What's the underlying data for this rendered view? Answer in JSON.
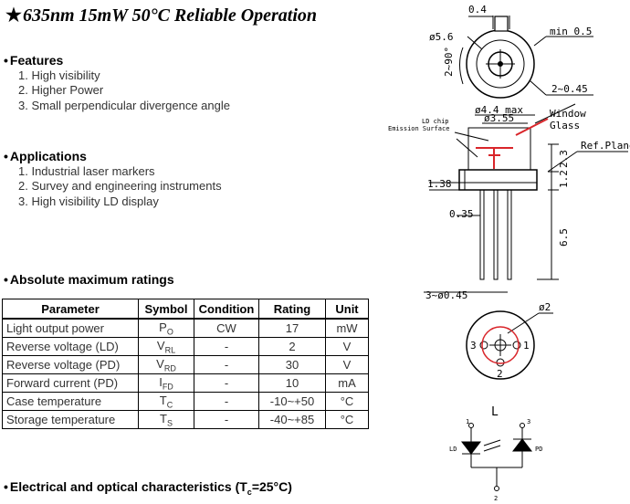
{
  "title": {
    "star": "★",
    "text": "635nm 15mW 50°C Reliable Operation"
  },
  "features": {
    "heading": "Features",
    "items": [
      "1. High visibility",
      "2. Higher Power",
      "3. Small perpendicular divergence angle"
    ]
  },
  "applications": {
    "heading": "Applications",
    "items": [
      "1. Industrial laser markers",
      "2. Survey and engineering instruments",
      "3. High visibility LD display"
    ]
  },
  "ratings": {
    "heading": "Absolute maximum ratings",
    "headers": [
      "Parameter",
      "Symbol",
      "Condition",
      "Rating",
      "Unit"
    ],
    "rows": [
      {
        "param": "Light output power",
        "sym": "P",
        "sub": "O",
        "cond": "CW",
        "rating": "17",
        "unit": "mW"
      },
      {
        "param": "Reverse voltage (LD)",
        "sym": "V",
        "sub": "RL",
        "cond": "-",
        "rating": "2",
        "unit": "V"
      },
      {
        "param": "Reverse voltage (PD)",
        "sym": "V",
        "sub": "RD",
        "cond": "-",
        "rating": "30",
        "unit": "V"
      },
      {
        "param": "Forward current (PD)",
        "sym": "I",
        "sub": "FD",
        "cond": "-",
        "rating": "10",
        "unit": "mA"
      },
      {
        "param": "Case temperature",
        "sym": "T",
        "sub": "C",
        "cond": "-",
        "rating": "-10~+50",
        "unit": "°C"
      },
      {
        "param": "Storage temperature",
        "sym": "T",
        "sub": "S",
        "cond": "-",
        "rating": "-40~+85",
        "unit": "°C"
      }
    ]
  },
  "electrical": {
    "prefix": "Electrical and optical characteristics (T",
    "sub": "c",
    "suffix": "=25°C)"
  },
  "drawing": {
    "dim_04": "0.4",
    "dim_d56": "ø5.6",
    "dim_min05": "min 0.5",
    "dim_angle": "2~90°",
    "dim_2045": "2~0.45",
    "dim_d44": "ø4.4 max",
    "dim_d355": "ø3.55",
    "ld_chip": "LD chip",
    "emission": "Emission Surface",
    "window": "Window",
    "glass": "Glass",
    "ref_plane": "Ref.Plane",
    "dim_23": "2.3",
    "dim_12": "1.2",
    "dim_138": "1.38",
    "dim_035": "0.35",
    "dim_65": "6.5",
    "dim_3045": "3~ø0.45",
    "dim_d2": "ø2",
    "pin1": "1",
    "pin2": "2",
    "pin3": "3",
    "schem_L": "L",
    "schem_ld": "LD",
    "schem_pd": "PD",
    "schem_1": "1",
    "schem_2": "2",
    "schem_3": "3",
    "colors": {
      "red": "#d9252a",
      "black": "#000000"
    }
  }
}
